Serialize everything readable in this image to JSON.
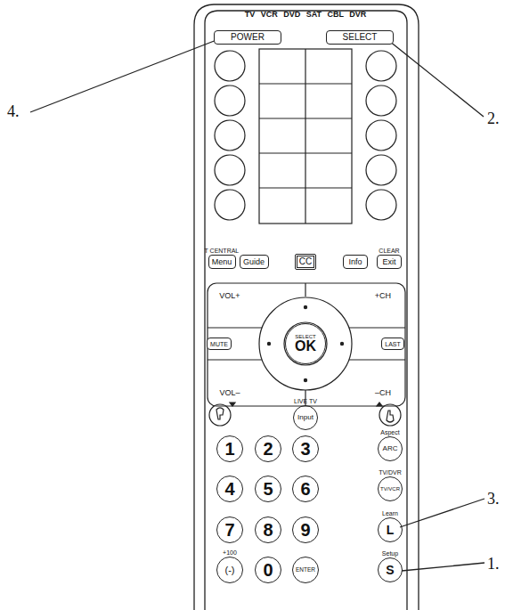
{
  "diagram": {
    "nodes": [
      {
        "text": [
          "POWER"
        ]
      },
      {
        "text": [
          "SELECT"
        ]
      },
      {
        "text": [
          "T CENTRAL",
          "Menu"
        ]
      },
      {
        "text": [
          "Guide"
        ]
      },
      {
        "text": [
          "CC"
        ]
      },
      {
        "text": [
          "Info"
        ]
      },
      {
        "text": [
          "CLEAR",
          "Exit"
        ]
      },
      {
        "text": [
          "VOL+"
        ]
      },
      {
        "text": [
          "+CH"
        ]
      },
      {
        "text": [
          "MUTE"
        ]
      },
      {
        "text": [
          "SELECT",
          "OK"
        ]
      },
      {
        "text": [
          "LAST"
        ]
      },
      {
        "text": [
          "VOL–"
        ]
      },
      {
        "text": [
          "–CH"
        ]
      },
      {
        "text": [
          "LIVE TV",
          "Input"
        ]
      },
      {
        "text": [
          "1"
        ]
      },
      {
        "text": [
          "2"
        ]
      },
      {
        "text": [
          "3"
        ]
      },
      {
        "text": [
          "Aspect",
          "ARC"
        ]
      },
      {
        "text": [
          "4"
        ]
      },
      {
        "text": [
          "5"
        ]
      },
      {
        "text": [
          "6"
        ]
      },
      {
        "text": [
          "TV/DVR",
          "TV/VCR"
        ]
      },
      {
        "text": [
          "7"
        ]
      },
      {
        "text": [
          "8"
        ]
      },
      {
        "text": [
          "9"
        ]
      },
      {
        "text": [
          "Learn",
          "L"
        ]
      },
      {
        "text": [
          "+100",
          "(-)"
        ]
      },
      {
        "text": [
          "0"
        ]
      },
      {
        "text": [
          "ENTER"
        ]
      },
      {
        "text": [
          "Setup",
          "S"
        ]
      }
    ],
    "labels": [
      "TV VCR DVD SAT CBL DVR",
      "4.",
      "2.",
      "3.",
      "1."
    ]
  }
}
